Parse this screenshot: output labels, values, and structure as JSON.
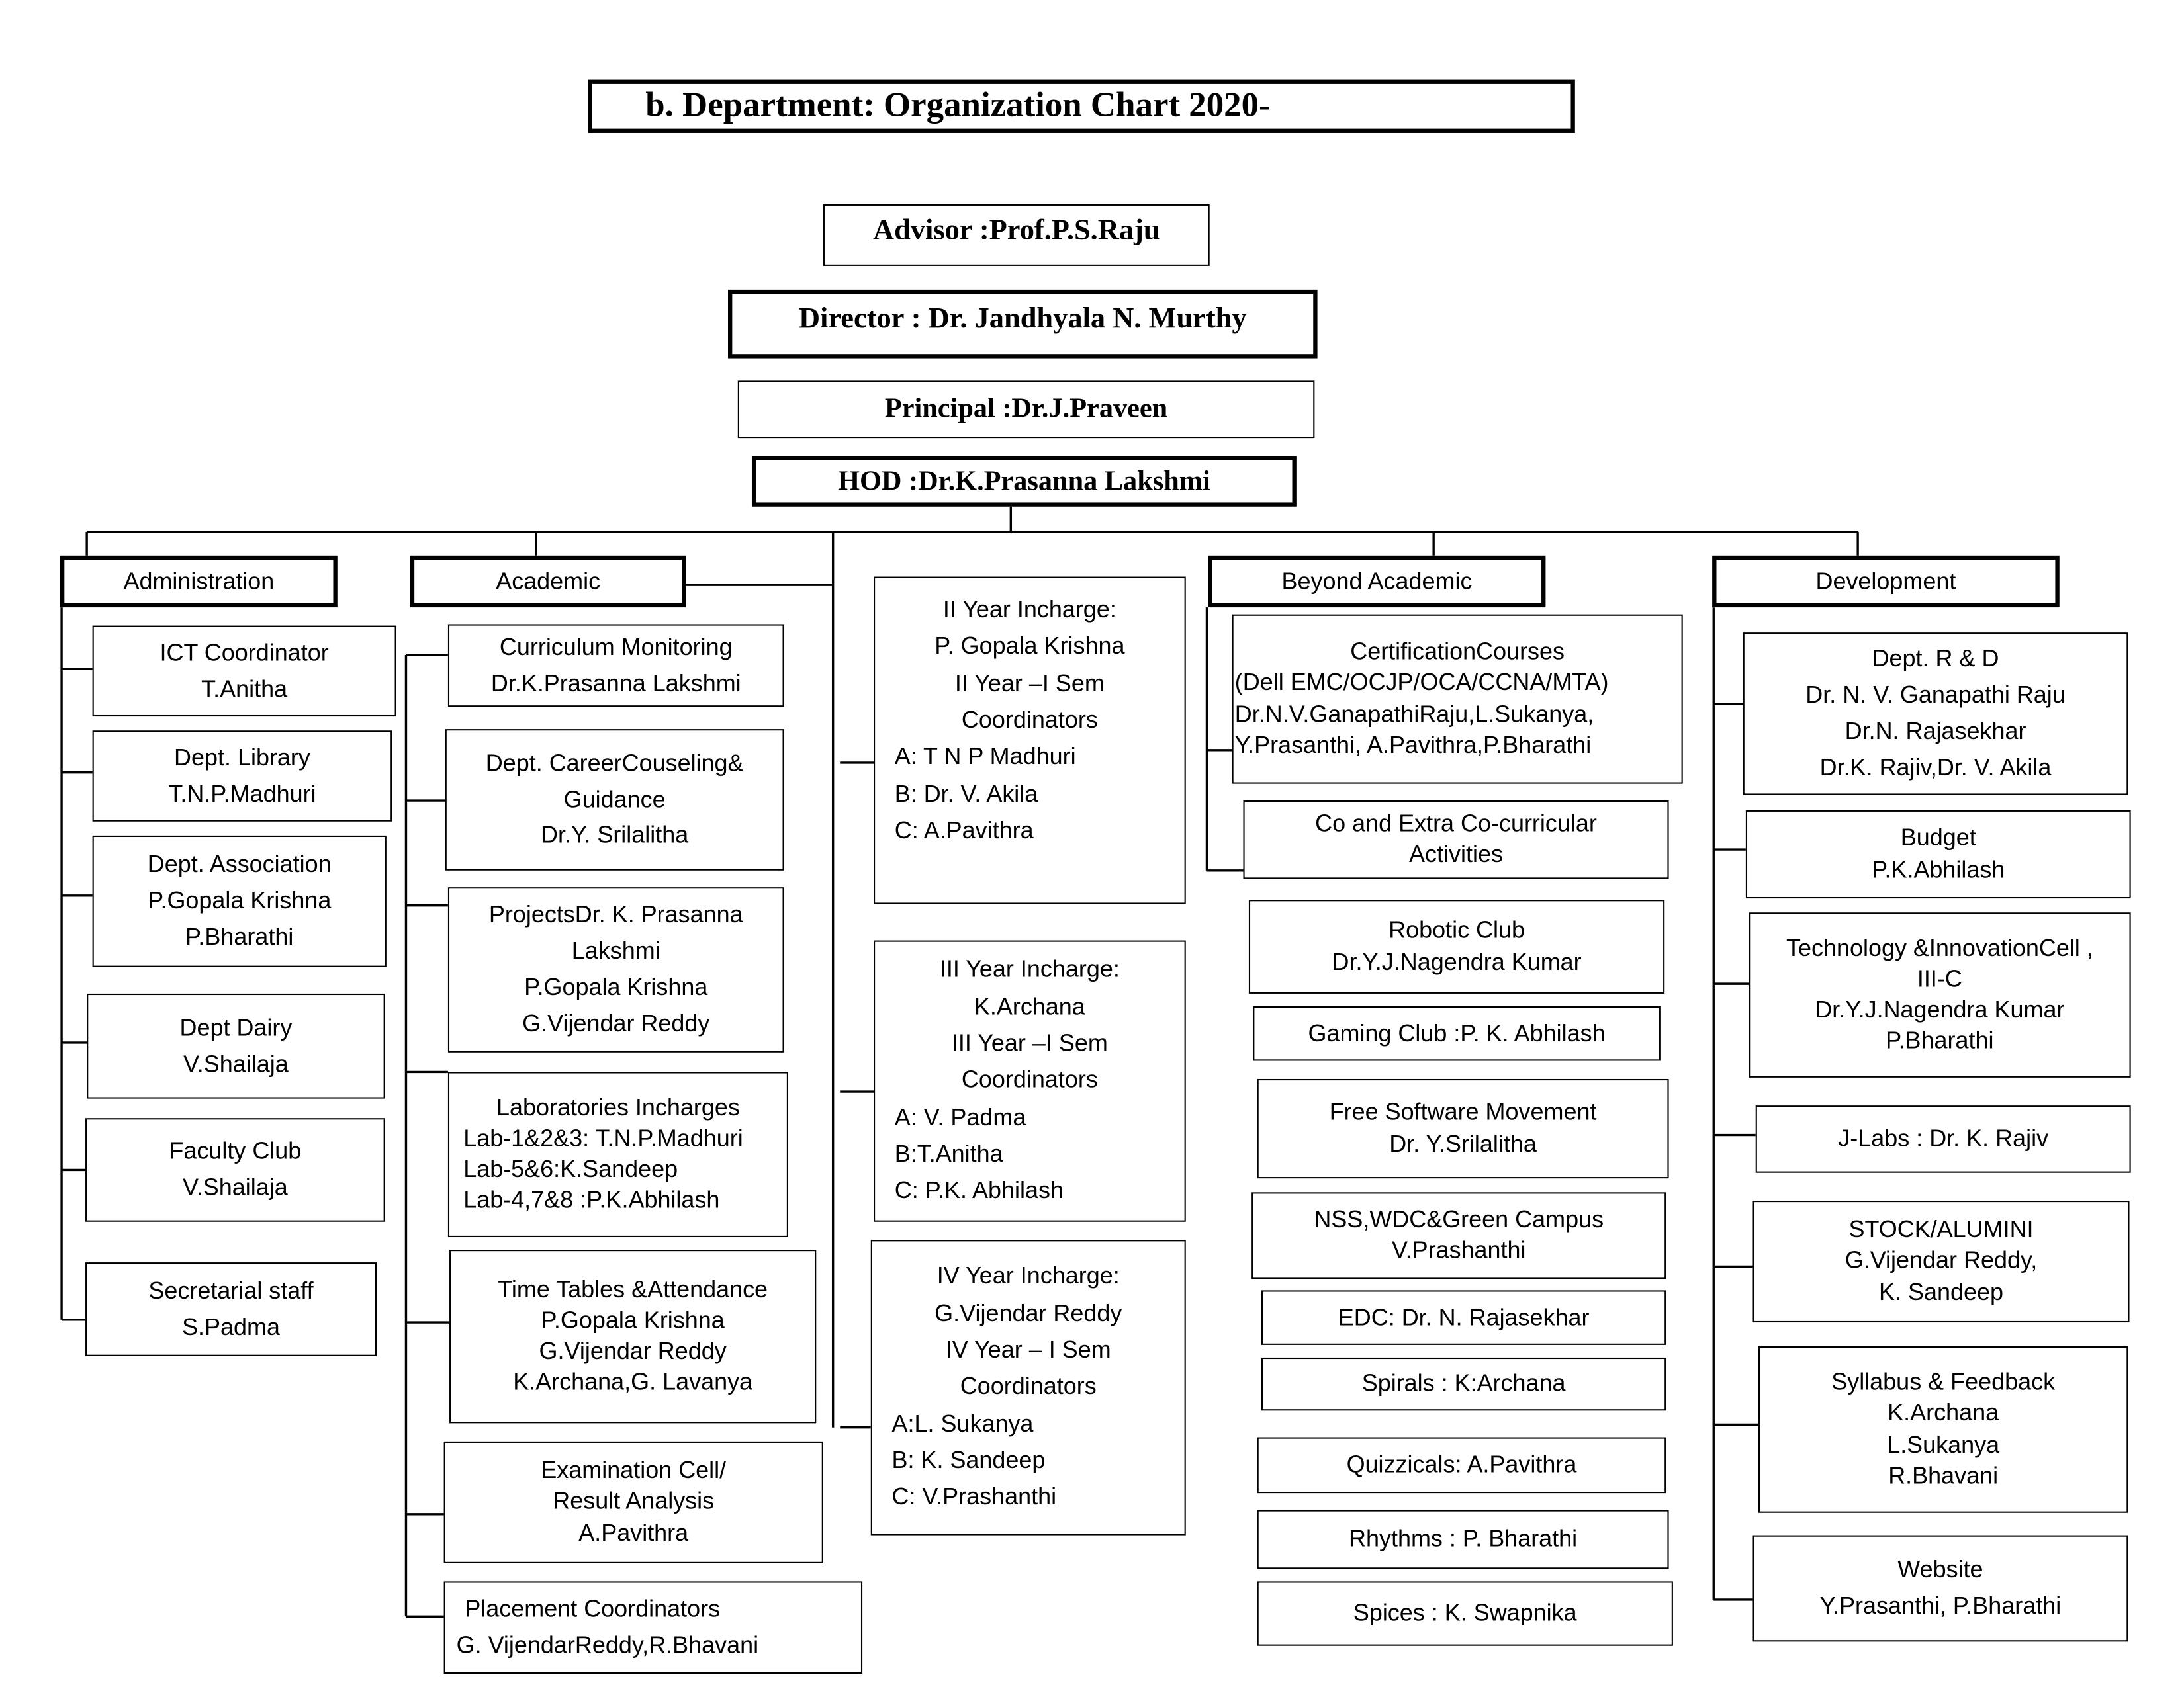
{
  "title": "b. Department:  Organization Chart 2020-",
  "hierarchy": {
    "advisor": "Advisor :Prof.P.S.Raju",
    "director": "Director : Dr. Jandhyala N. Murthy",
    "principal": "Principal :Dr.J.Praveen",
    "hod": "HOD :Dr.K.Prasanna Lakshmi"
  },
  "sections": [
    {
      "id": "administration",
      "header": "Administration",
      "boxes": [
        {
          "id": "ict",
          "lines": [
            "ICT Coordinator",
            "T.Anitha"
          ]
        },
        {
          "id": "library",
          "lines": [
            "Dept. Library",
            "T.N.P.Madhuri"
          ]
        },
        {
          "id": "association",
          "lines": [
            "Dept. Association",
            "P.Gopala Krishna",
            "P.Bharathi"
          ]
        },
        {
          "id": "dairy",
          "lines": [
            "Dept Dairy",
            "V.Shailaja"
          ]
        },
        {
          "id": "faculty-club",
          "lines": [
            "Faculty Club",
            "V.Shailaja"
          ]
        },
        {
          "id": "secretarial",
          "lines": [
            "Secretarial staff",
            "S.Padma"
          ]
        }
      ]
    },
    {
      "id": "academic",
      "header": "Academic",
      "boxes": [
        {
          "id": "curriculum",
          "lines": [
            "Curriculum Monitoring",
            "Dr.K.Prasanna Lakshmi"
          ]
        },
        {
          "id": "career",
          "lines": [
            "Dept. CareerCouseling&",
            "Guidance",
            "Dr.Y. Srilalitha"
          ]
        },
        {
          "id": "projects",
          "lines": [
            "ProjectsDr. K. Prasanna",
            "Lakshmi",
            "P.Gopala Krishna",
            "G.Vijendar Reddy"
          ]
        },
        {
          "id": "labs",
          "lines": [
            "Laboratories Incharges",
            "Lab-1&2&3: T.N.P.Madhuri",
            "Lab-5&6:K.Sandeep",
            "Lab-4,7&8 :P.K.Abhilash"
          ]
        },
        {
          "id": "timetables",
          "lines": [
            "Time Tables &Attendance",
            "P.Gopala Krishna",
            "G.Vijendar Reddy",
            "K.Archana,G. Lavanya"
          ]
        },
        {
          "id": "exam",
          "lines": [
            "Examination Cell/",
            "Result Analysis",
            "A.Pavithra"
          ]
        },
        {
          "id": "placement",
          "lines": [
            "Placement Coordinators",
            "G. VijendarReddy,R.Bhavani"
          ]
        }
      ]
    },
    {
      "id": "years",
      "header": "",
      "boxes": [
        {
          "id": "year2",
          "lines": [
            "II Year Incharge:",
            "P. Gopala Krishna",
            "II Year –I Sem",
            "Coordinators",
            "A: T N P Madhuri",
            "B: Dr. V. Akila",
            "C: A.Pavithra"
          ]
        },
        {
          "id": "year3",
          "lines": [
            "III Year Incharge:",
            "K.Archana",
            "III Year –I Sem",
            "Coordinators",
            "A: V. Padma",
            "B:T.Anitha",
            "C: P.K. Abhilash"
          ]
        },
        {
          "id": "year4",
          "lines": [
            "IV Year Incharge:",
            "G.Vijendar Reddy",
            "IV Year – I Sem",
            "Coordinators",
            "A:L. Sukanya",
            "B: K. Sandeep",
            "C: V.Prashanthi"
          ]
        }
      ]
    },
    {
      "id": "beyond",
      "header": "Beyond Academic",
      "boxes": [
        {
          "id": "certification",
          "lines": [
            "CertificationCourses",
            "(Dell EMC/OCJP/OCA/CCNA/MTA)",
            "Dr.N.V.GanapathiRaju,L.Sukanya,",
            "Y.Prasanthi, A.Pavithra,P.Bharathi"
          ]
        },
        {
          "id": "coextra",
          "lines": [
            "Co and Extra Co-curricular",
            "Activities"
          ]
        },
        {
          "id": "robotic",
          "lines": [
            "Robotic Club",
            "Dr.Y.J.Nagendra Kumar"
          ]
        },
        {
          "id": "gaming",
          "lines": [
            "Gaming Club :P. K. Abhilash"
          ]
        },
        {
          "id": "fsm",
          "lines": [
            "Free Software Movement",
            "Dr. Y.Srilalitha"
          ]
        },
        {
          "id": "nss",
          "lines": [
            "NSS,WDC&Green Campus",
            "V.Prashanthi"
          ]
        },
        {
          "id": "edc",
          "lines": [
            "EDC: Dr. N. Rajasekhar"
          ]
        },
        {
          "id": "spirals",
          "lines": [
            "Spirals : K:Archana"
          ]
        },
        {
          "id": "quizzicals",
          "lines": [
            "Quizzicals: A.Pavithra"
          ]
        },
        {
          "id": "rhythms",
          "lines": [
            "Rhythms : P. Bharathi"
          ]
        },
        {
          "id": "spices",
          "lines": [
            "Spices : K. Swapnika"
          ]
        }
      ]
    },
    {
      "id": "development",
      "header": "Development",
      "boxes": [
        {
          "id": "rnd",
          "lines": [
            "Dept. R & D",
            "Dr. N. V. Ganapathi Raju",
            "Dr.N. Rajasekhar",
            "Dr.K. Rajiv,Dr. V. Akila"
          ]
        },
        {
          "id": "budget",
          "lines": [
            "Budget",
            "P.K.Abhilash"
          ]
        },
        {
          "id": "tic",
          "lines": [
            "Technology &InnovationCell ,",
            "III-C",
            "Dr.Y.J.Nagendra Kumar",
            "P.Bharathi"
          ]
        },
        {
          "id": "jlabs",
          "lines": [
            "J-Labs : Dr. K. Rajiv"
          ]
        },
        {
          "id": "stock",
          "lines": [
            "STOCK/ALUMINI",
            "G.Vijendar Reddy,",
            "K. Sandeep"
          ]
        },
        {
          "id": "syllabus",
          "lines": [
            "Syllabus & Feedback",
            "K.Archana",
            "L.Sukanya",
            "R.Bhavani"
          ]
        },
        {
          "id": "website",
          "lines": [
            "Website",
            "Y.Prasanthi, P.Bharathi"
          ]
        }
      ]
    }
  ]
}
